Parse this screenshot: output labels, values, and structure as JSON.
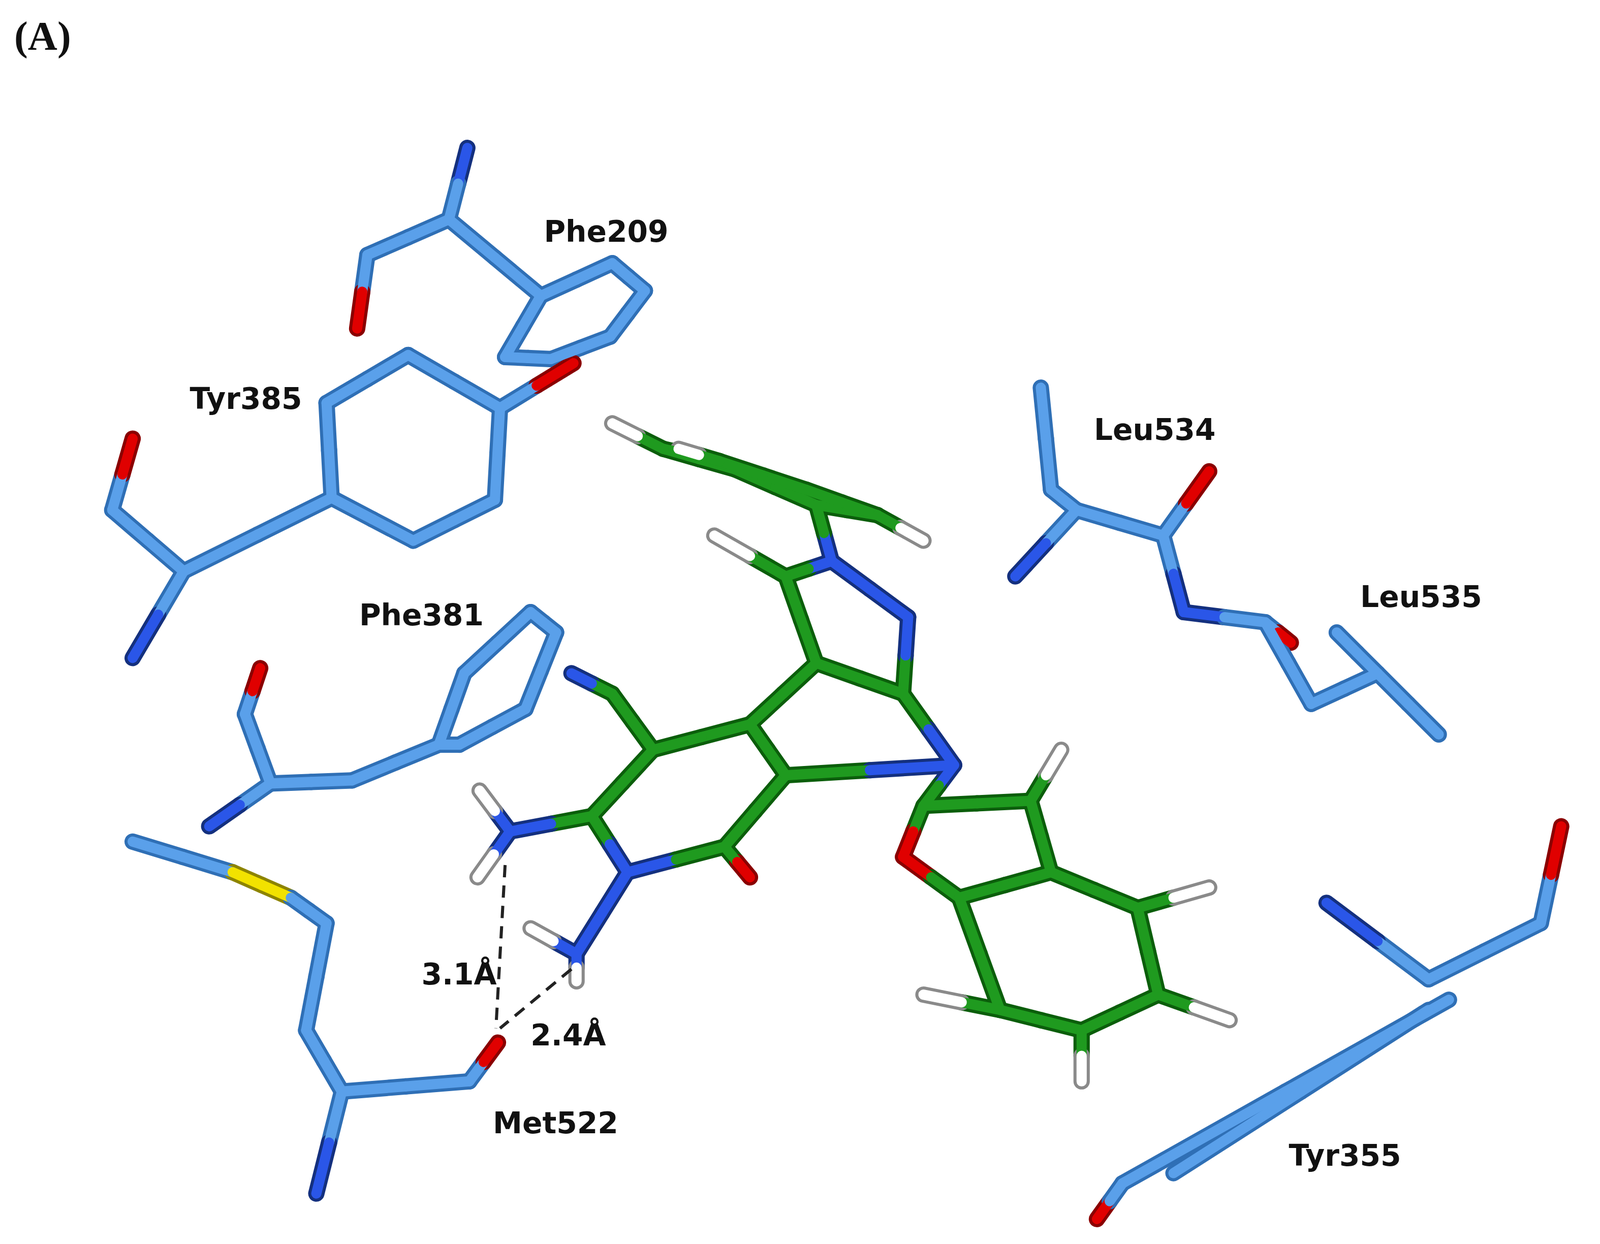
{
  "diagram": {
    "labels": [
      "(A)",
      "Phe209",
      "Tyr385",
      "Leu534",
      "Leu535",
      "Phe381",
      "3.1Å",
      "2.4Å",
      "Met522",
      "Tyr355"
    ]
  }
}
